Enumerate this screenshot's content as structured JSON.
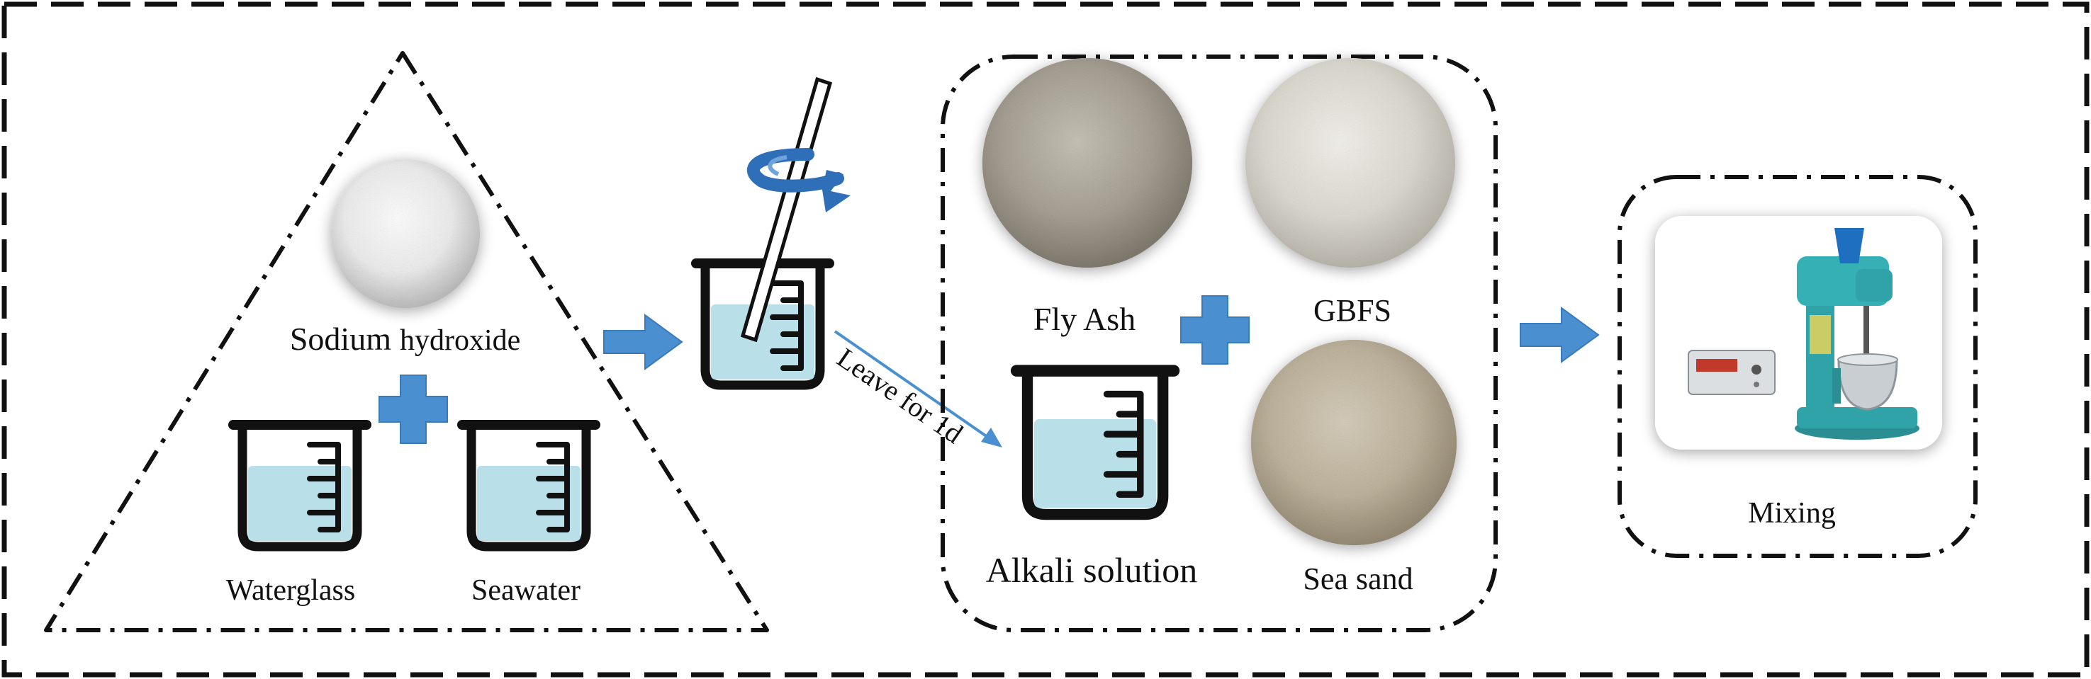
{
  "labels": {
    "sodium_hydroxide_1": "Sodium",
    "sodium_hydroxide_2": "hydroxide",
    "waterglass": "Waterglass",
    "seawater": "Seawater",
    "leave_note": "Leave for 1d",
    "fly_ash": "Fly Ash",
    "gbfs": "GBFS",
    "alkali_solution": "Alkali solution",
    "sea_sand": "Sea sand",
    "mixing": "Mixing"
  },
  "colors": {
    "arrow_blue": "#4a8fd0",
    "plus_blue": "#4a8fd0",
    "liquid": "#b9dfe8",
    "beaker_stroke": "#111111",
    "rotation_arrow": "#2f6fb8",
    "frame_dash": "#111111"
  },
  "icons": {
    "stir_rod": "glass-rod-icon",
    "rotation": "rotation-arrow-icon",
    "mixer": "mortar-mixer-icon"
  }
}
